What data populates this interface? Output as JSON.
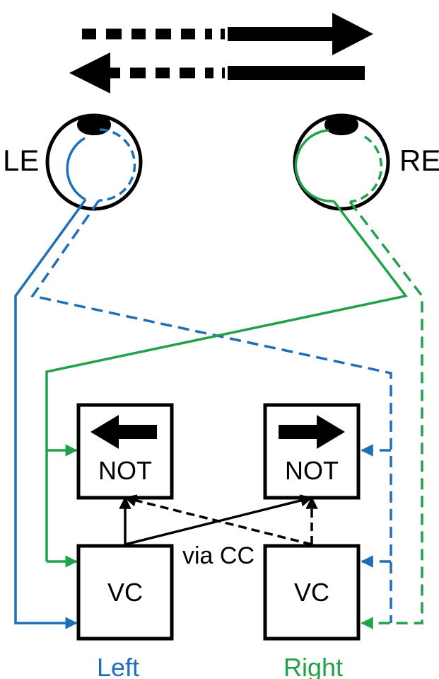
{
  "colors": {
    "left": "#1f6fb8",
    "right": "#1fa24a",
    "ink": "#000000"
  },
  "eyes": {
    "left": "LE",
    "right": "RE"
  },
  "boxes": {
    "not_left": "NOT",
    "not_right": "NOT",
    "vc_left": "VC",
    "vc_right": "VC"
  },
  "via_cc": "via CC",
  "sides": {
    "left": "Left",
    "right": "Right"
  },
  "icons": {
    "top_arrow_right": "arrow-right-icon",
    "top_arrow_left": "arrow-left-icon",
    "not_left_arrow": "arrow-left-icon",
    "not_right_arrow": "arrow-right-icon"
  }
}
